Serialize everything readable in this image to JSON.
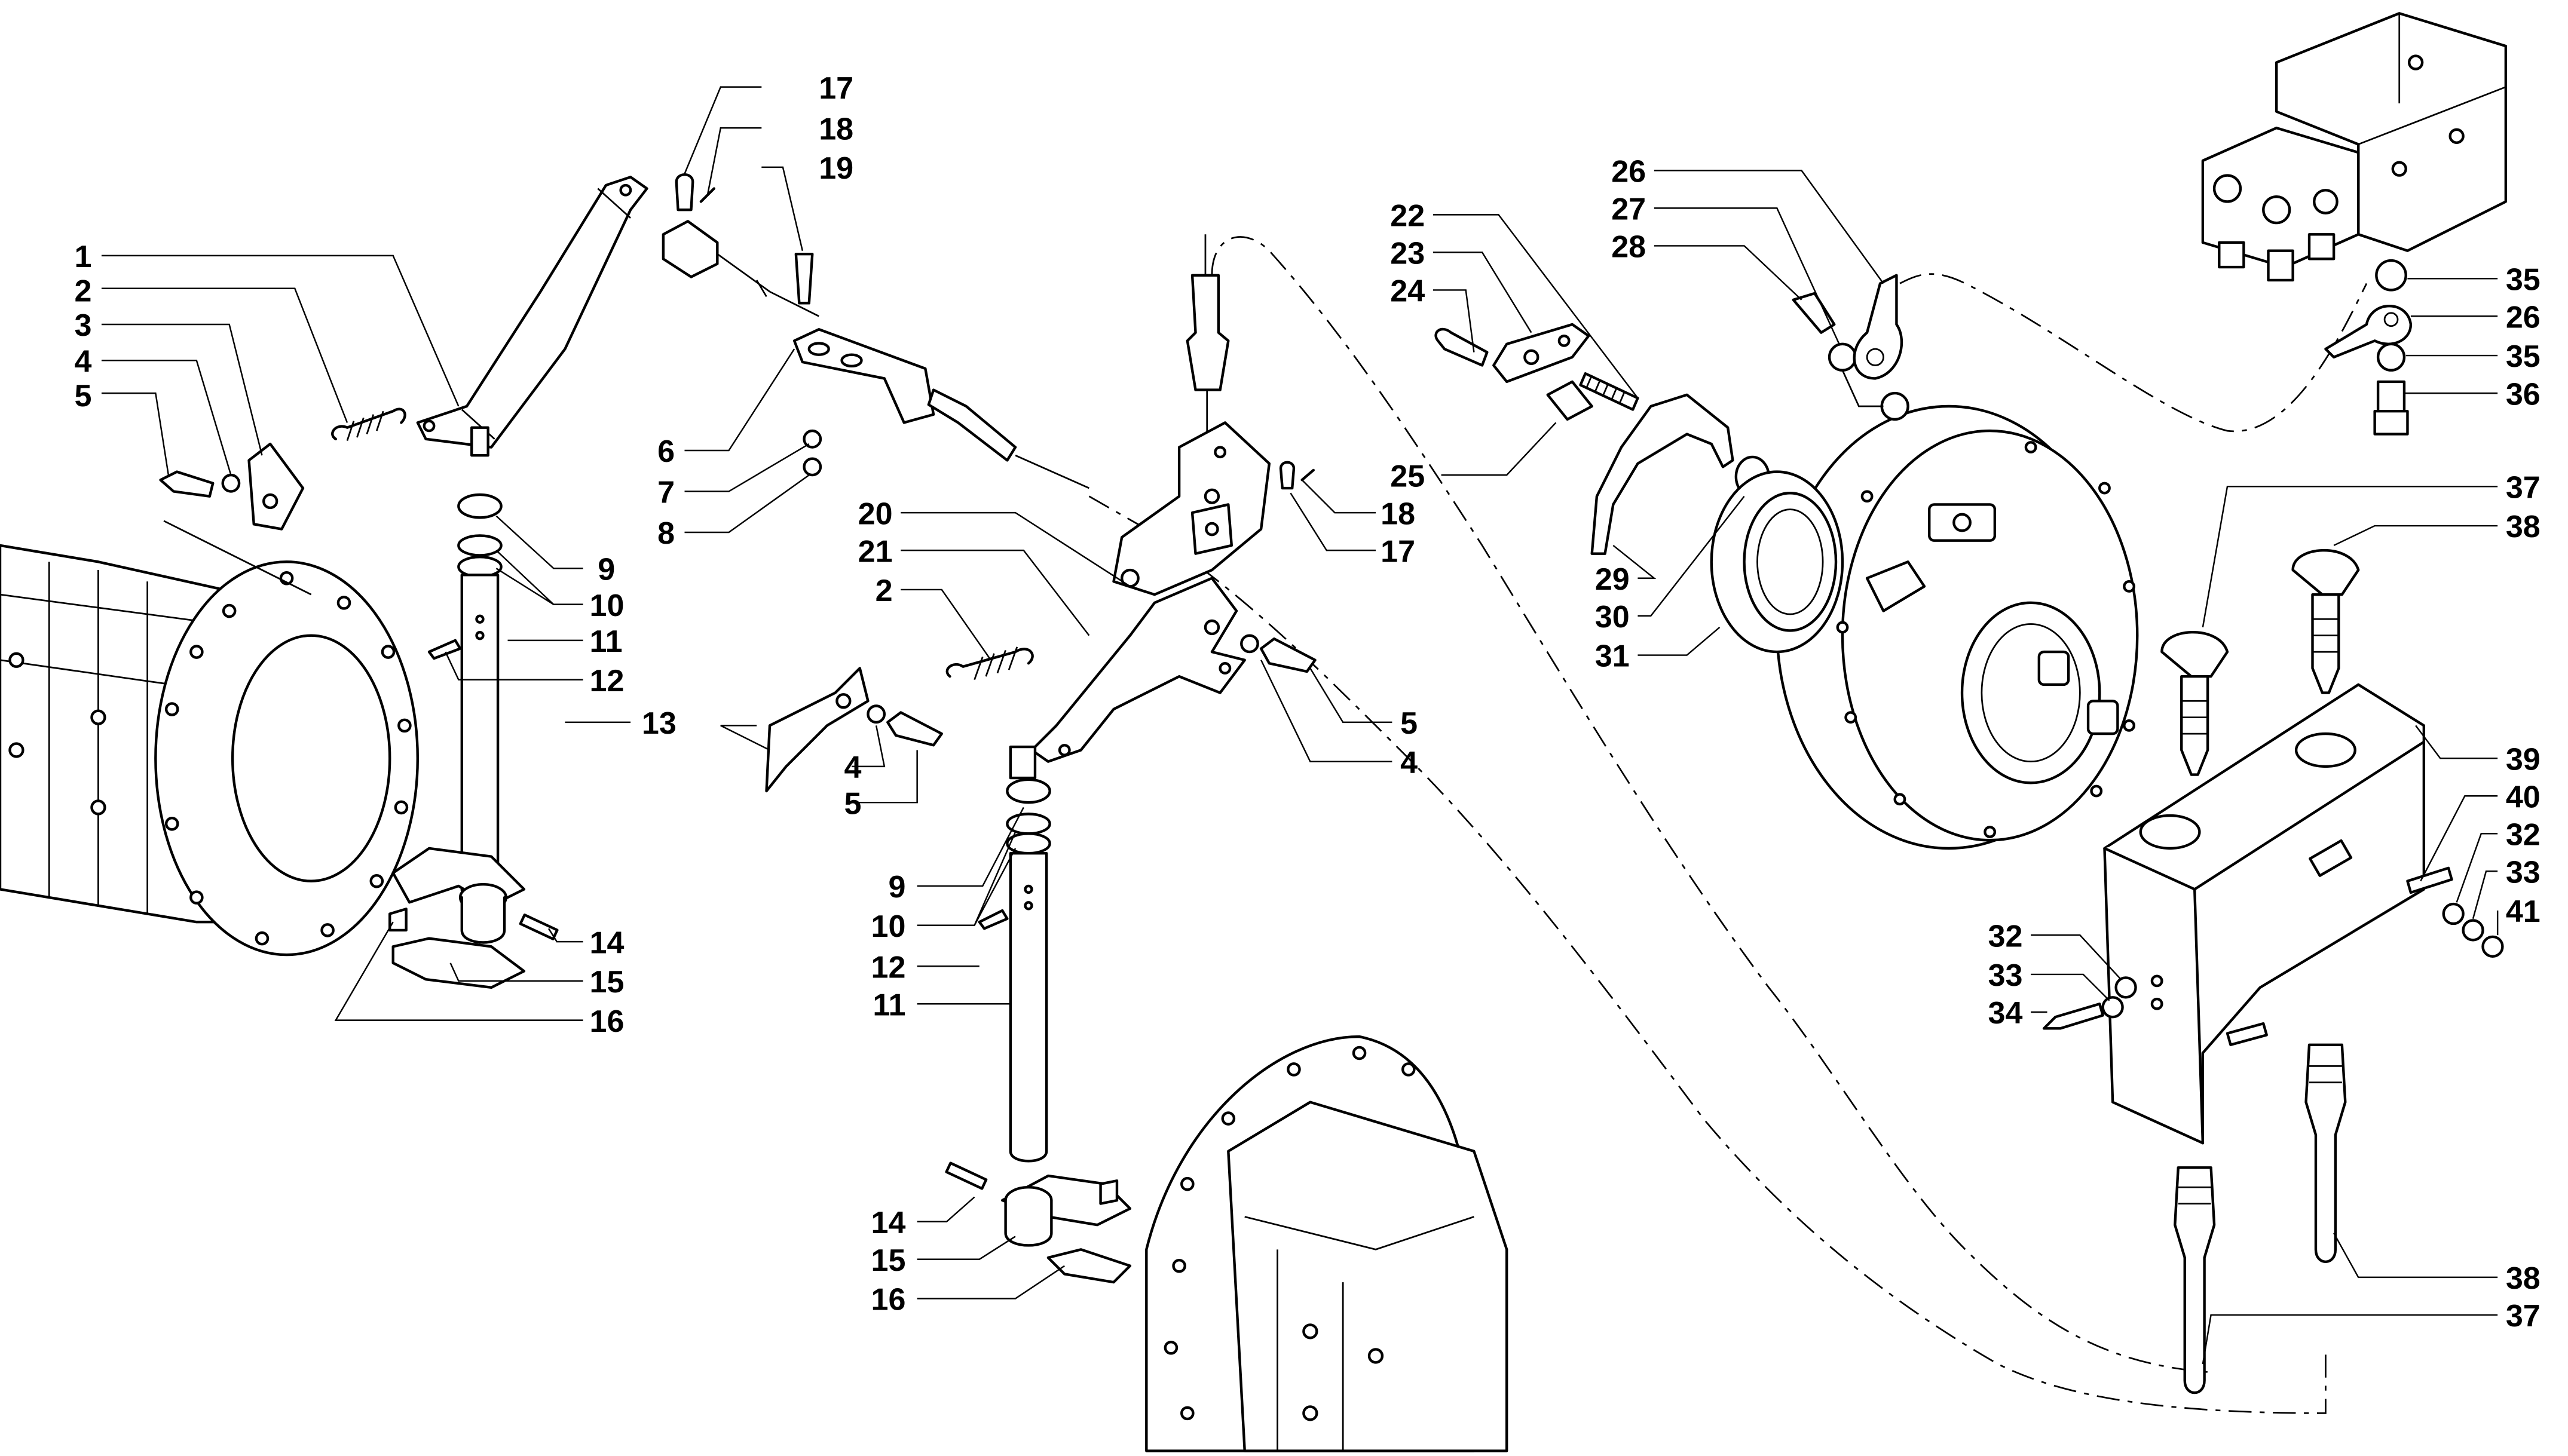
{
  "diagram": {
    "type": "exploded-parts-view",
    "callouts": {
      "c1": "1",
      "c2": "2",
      "c3": "3",
      "c4": "4",
      "c5": "5",
      "c6": "6",
      "c7": "7",
      "c8": "8",
      "c9": "9",
      "c10": "10",
      "c11": "11",
      "c12": "12",
      "c13": "13",
      "c14": "14",
      "c15": "15",
      "c16": "16",
      "c17": "17",
      "c18": "18",
      "c19": "19",
      "c2b": "2",
      "c4b": "4",
      "c5b": "5",
      "c4c": "4",
      "c5c": "5",
      "c9b": "9",
      "c10b": "10",
      "c11b": "11",
      "c12b": "12",
      "c14b": "14",
      "c15b": "15",
      "c16b": "16",
      "c17b": "17",
      "c18b": "18",
      "c20": "20",
      "c21": "21",
      "c22": "22",
      "c23": "23",
      "c24": "24",
      "c25": "25",
      "c26": "26",
      "c27": "27",
      "c28": "28",
      "c29": "29",
      "c30": "30",
      "c31": "31",
      "c26b": "26",
      "c35": "35",
      "c35b": "35",
      "c36": "36",
      "c37": "37",
      "c38": "38",
      "c39": "39",
      "c40": "40",
      "c32": "32",
      "c33": "33",
      "c41": "41",
      "c32b": "32",
      "c33b": "33",
      "c34": "34",
      "c38b": "38",
      "c37b": "37"
    }
  }
}
